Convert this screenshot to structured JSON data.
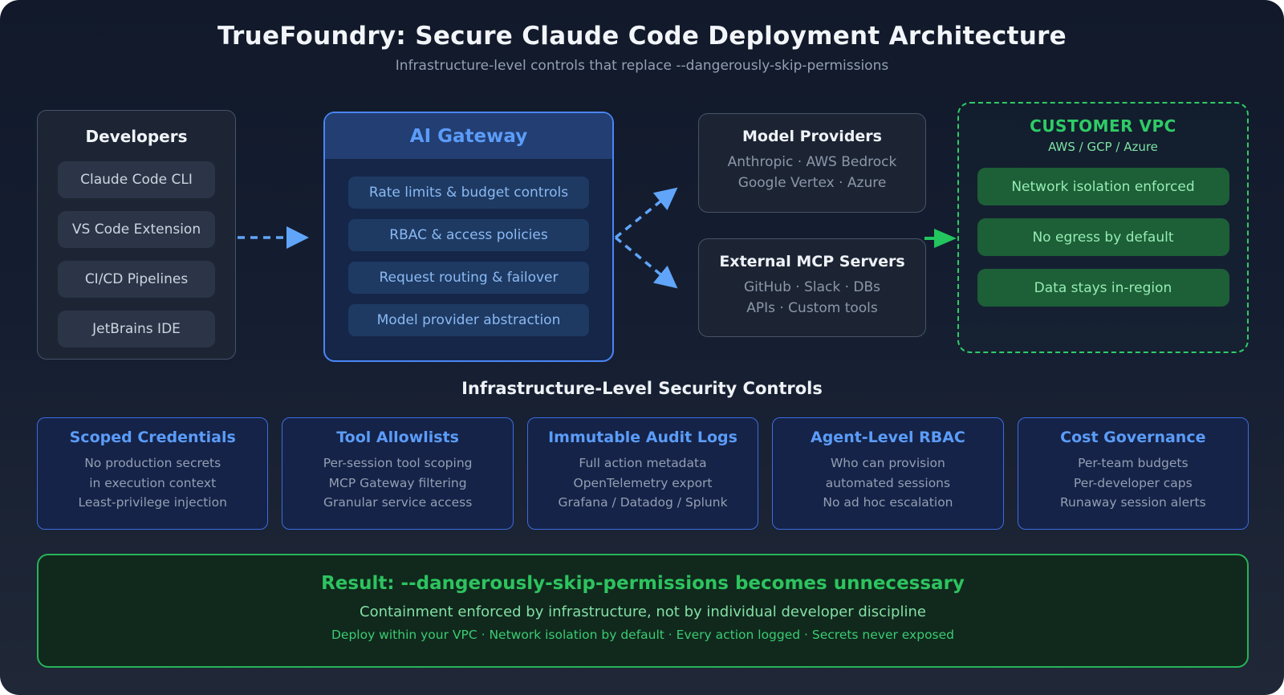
{
  "page": {
    "title": "TrueFoundry: Secure Claude Code Deployment Architecture",
    "subtitle": "Infrastructure-level controls that replace --dangerously-skip-permissions"
  },
  "developers": {
    "title": "Developers",
    "items": [
      "Claude Code CLI",
      "VS Code Extension",
      "CI/CD Pipelines",
      "JetBrains IDE"
    ]
  },
  "gateway": {
    "title": "AI Gateway",
    "items": [
      "Rate limits & budget controls",
      "RBAC & access policies",
      "Request routing & failover",
      "Model provider abstraction"
    ]
  },
  "model_providers": {
    "title": "Model Providers",
    "lines": [
      "Anthropic · AWS Bedrock",
      "Google Vertex · Azure"
    ]
  },
  "mcp_servers": {
    "title": "External MCP Servers",
    "lines": [
      "GitHub · Slack · DBs",
      "APIs · Custom tools"
    ]
  },
  "vpc": {
    "title": "CUSTOMER VPC",
    "subtitle": "AWS / GCP / Azure",
    "items": [
      "Network isolation enforced",
      "No egress by default",
      "Data stays in-region"
    ]
  },
  "security_section": {
    "heading": "Infrastructure-Level Security Controls",
    "cards": [
      {
        "title": "Scoped Credentials",
        "lines": [
          "No production secrets",
          "in execution context",
          "Least-privilege injection"
        ]
      },
      {
        "title": "Tool Allowlists",
        "lines": [
          "Per-session tool scoping",
          "MCP Gateway filtering",
          "Granular service access"
        ]
      },
      {
        "title": "Immutable Audit Logs",
        "lines": [
          "Full action metadata",
          "OpenTelemetry export",
          "Grafana / Datadog / Splunk"
        ]
      },
      {
        "title": "Agent-Level RBAC",
        "lines": [
          "Who can provision",
          "automated sessions",
          "No ad hoc escalation"
        ]
      },
      {
        "title": "Cost Governance",
        "lines": [
          "Per-team budgets",
          "Per-developer caps",
          "Runaway session alerts"
        ]
      }
    ]
  },
  "result": {
    "title": "Result: --dangerously-skip-permissions becomes unnecessary",
    "line2": "Containment enforced by infrastructure, not by individual developer discipline",
    "line3": "Deploy within your VPC · Network isolation by default · Every action logged · Secrets never exposed"
  },
  "colors": {
    "accent_blue": "#60a5fa",
    "accent_green": "#22c55e",
    "gateway_border": "#4a86f7",
    "security_card_border": "#3c6ce0",
    "vpc_pill_bg": "#1d5f36",
    "result_bg": "#10291c"
  }
}
